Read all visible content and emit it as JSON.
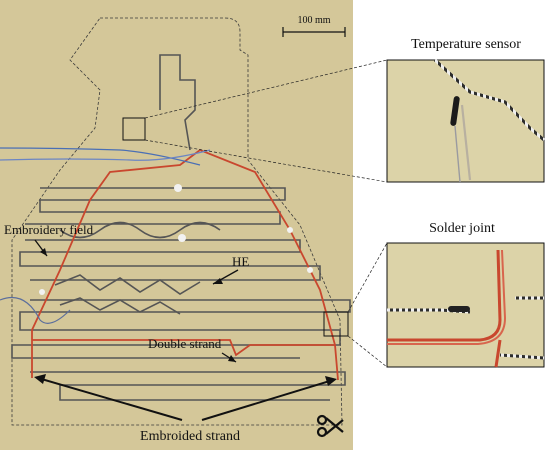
{
  "colors": {
    "fabric": "#d9cda0",
    "fabric_shade": "#cbbd8c",
    "background": "#ffffff",
    "thread_red": "#c9472e",
    "thread_dark": "#3a3a3a",
    "wire_blue": "#4a6fb5",
    "annotation": "#111111"
  },
  "labels": {
    "scale_bar": "100 mm",
    "temperature_sensor": "Temperature sensor",
    "solder_joint": "Solder joint",
    "embroidery_field": "Embroidery field",
    "he": "HE",
    "double_strand": "Double strand",
    "embroided_strand": "Embroided strand"
  },
  "icons": {
    "scissors": "scissors-icon"
  }
}
